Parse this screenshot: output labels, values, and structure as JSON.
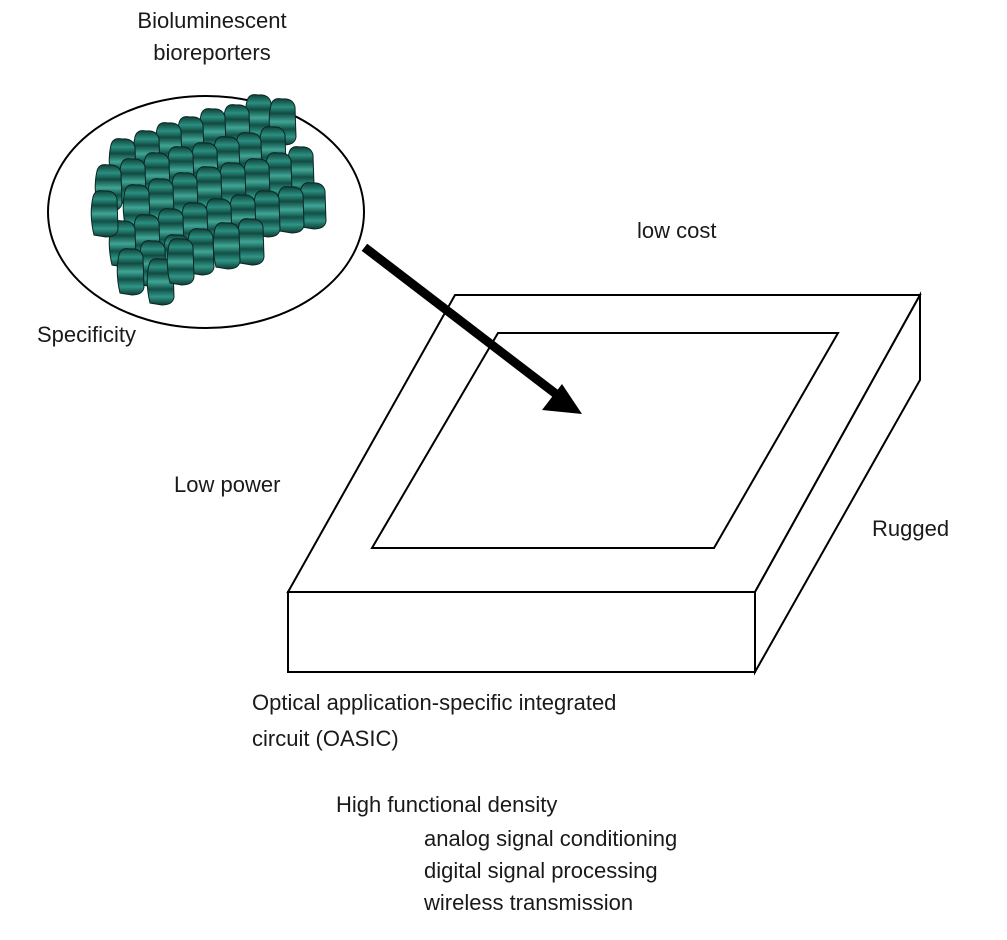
{
  "labels": {
    "bioreporters_line1": "Bioluminescent",
    "bioreporters_line2": "bioreporters",
    "specificity": "Specificity",
    "low_cost": "low cost",
    "low_power": "Low power",
    "rugged": "Rugged",
    "oasic_line1": "Optical application-specific integrated",
    "oasic_line2": "circuit (OASIC)",
    "high_density": "High functional density",
    "feature_1": "analog signal conditioning",
    "feature_2": "digital signal processing",
    "feature_3": "wireless transmission"
  },
  "colors": {
    "cell_fill": "#1e7a6c",
    "cell_dark": "#0f3f38",
    "cell_light": "#3fa595",
    "line": "#000000"
  }
}
